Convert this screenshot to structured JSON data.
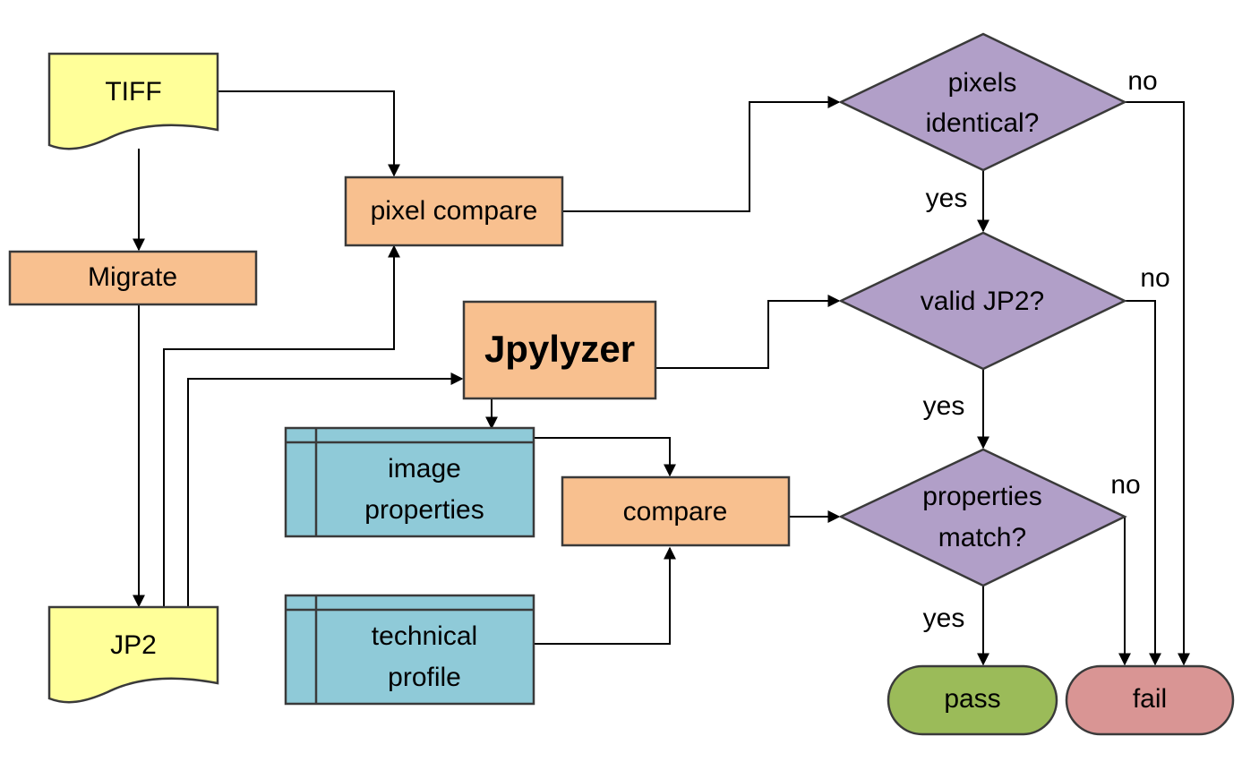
{
  "nodes": {
    "tiff": "TIFF",
    "migrate": "Migrate",
    "jp2": "JP2",
    "pixel_compare": "pixel compare",
    "jpylyzer": "Jpylyzer",
    "image_properties": [
      "image",
      "properties"
    ],
    "technical_profile": [
      "technical",
      "profile"
    ],
    "compare": "compare",
    "pixels_identical": [
      "pixels",
      "identical?"
    ],
    "valid_jp2": "valid JP2?",
    "properties_match": [
      "properties",
      "match?"
    ],
    "pass": "pass",
    "fail": "fail"
  },
  "edge_labels": {
    "pixels_no": "no",
    "pixels_yes": "yes",
    "valid_no": "no",
    "valid_yes": "yes",
    "match_no": "no",
    "match_yes": "yes"
  },
  "colors": {
    "process": "#f8c08f",
    "document": "#ffff99",
    "data_store": "#8fcad8",
    "decision": "#b19fc8",
    "pass": "#9bbb59",
    "fail": "#d99594"
  }
}
